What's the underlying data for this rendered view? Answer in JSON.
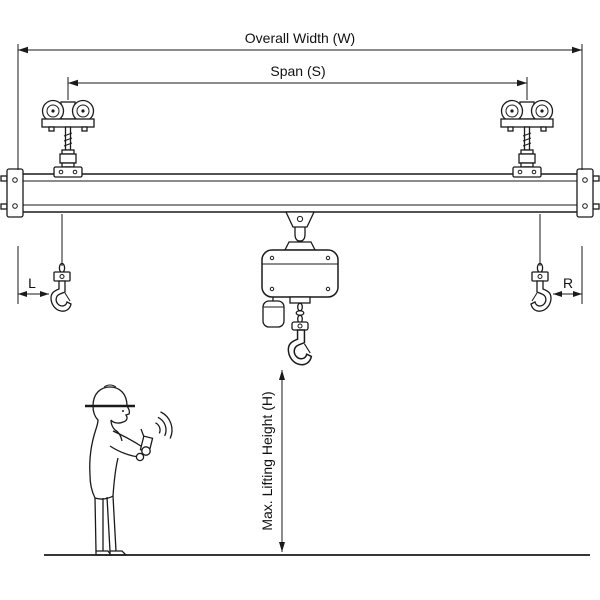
{
  "diagram": {
    "labels": {
      "overall_width": "Overall Width (W)",
      "span": "Span (S)",
      "left_end_approach": "L",
      "right_end_approach": "R",
      "max_lifting_height": "Max. Lifting Height  (H)"
    },
    "colors": {
      "line": "#1a1a1a",
      "background": "#ffffff"
    }
  }
}
